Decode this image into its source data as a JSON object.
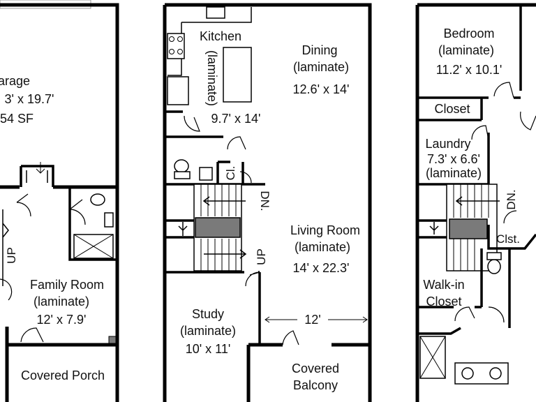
{
  "title": "",
  "left_floor": {
    "garage": {
      "name": "arage",
      "dims": "3' x 19.7'",
      "area": "54 SF"
    },
    "family_room": {
      "name": "Family Room",
      "material": "(laminate)",
      "dims": "12' x 7.9'"
    },
    "covered_porch": {
      "name": "Covered Porch"
    },
    "stair_up": "UP"
  },
  "middle_floor": {
    "kitchen": {
      "name": "Kitchen",
      "material": "(laminate)",
      "dims": "9.7' x 14'"
    },
    "dining": {
      "name": "Dining",
      "material": "(laminate)",
      "dims": "12.6' x 14'"
    },
    "closet": {
      "name": "Cl."
    },
    "living_room": {
      "name": "Living Room",
      "material": "(laminate)",
      "dims": "14' x 22.3'"
    },
    "study": {
      "name": "Study",
      "material": "(laminate)",
      "dims": "10' x 11'"
    },
    "covered_balcony": {
      "line1": "Covered",
      "line2": "Balcony"
    },
    "dimension": "12'",
    "stair_down": "DN.",
    "stair_up": "UP"
  },
  "right_floor": {
    "bedroom": {
      "name": "Bedroom",
      "material": "(laminate)",
      "dims": "11.2' x 10.1'"
    },
    "closet": {
      "name": "Closet"
    },
    "laundry": {
      "name": "Laundry",
      "dims": "7.3' x 6.6'",
      "material": "(laminate)"
    },
    "closet_small": {
      "name": "Clst."
    },
    "walk_in": {
      "line1": "Walk-in",
      "line2": "Closet"
    },
    "stair_down": "DN."
  }
}
